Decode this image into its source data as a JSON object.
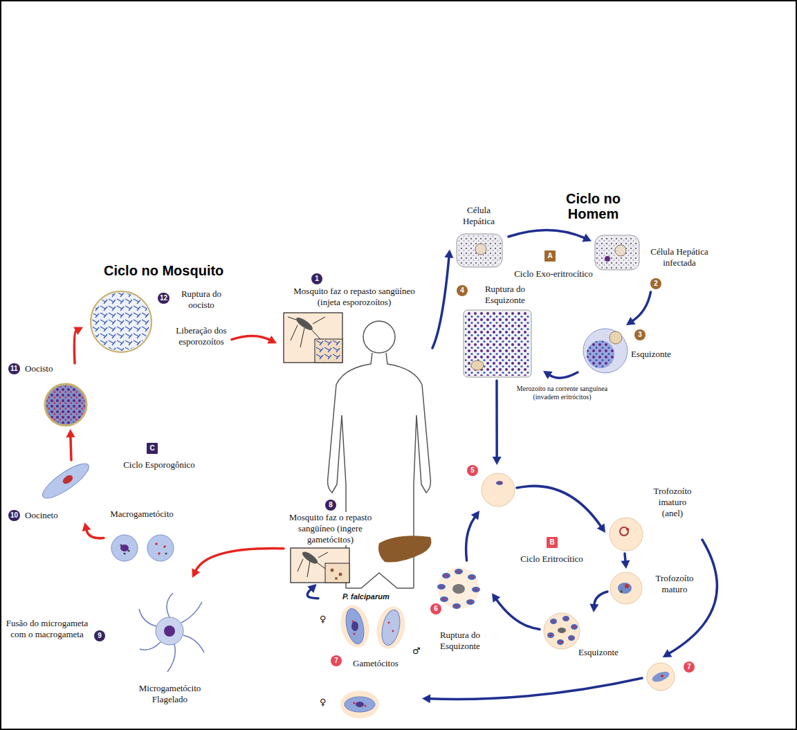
{
  "diagram": {
    "nodes": [
      {
        "text": [
          "Célula Hepática"
        ]
      },
      {
        "text": [
          "Célula Hepática infectada",
          "2"
        ]
      },
      {
        "text": [
          "3",
          "Esquizonte"
        ]
      },
      {
        "text": [
          "4",
          "Ruptura do Esquizonte"
        ]
      },
      {
        "text": [
          "5"
        ]
      },
      {
        "text": [
          "Trofozoíto imaturo (anel)"
        ]
      },
      {
        "text": [
          "Trofozoíto maturo"
        ]
      },
      {
        "text": [
          "Esquizonte"
        ]
      },
      {
        "text": [
          "6",
          "Ruptura do Esquizonte"
        ]
      },
      {
        "text": [
          "7"
        ]
      },
      {
        "text": [
          "P. falciparum",
          "♀",
          "♂",
          "7",
          "Gametócitos",
          "♀"
        ]
      },
      {
        "text": [
          "8",
          "Mosquito faz o repasto sangüíneo (ingere gametócitos)"
        ]
      },
      {
        "text": [
          "Macrogametócito"
        ]
      },
      {
        "text": [
          "Fusão do microgameta com o macrogameta",
          "9",
          "Microgametócito Flagelado"
        ]
      },
      {
        "text": [
          "10",
          "Oocineto"
        ]
      },
      {
        "text": [
          "11",
          "Oocisto"
        ]
      },
      {
        "text": [
          "Ruptura do oocisto",
          "12",
          "Liberação dos esporozoítos"
        ]
      },
      {
        "text": [
          "1",
          "Mosquito faz o repasto sangüíneo (injeta esporozoítos)"
        ]
      }
    ],
    "edges": [
      {
        "from": 17,
        "to": 0,
        "arrow": "to"
      },
      {
        "from": 0,
        "to": 1,
        "arrow": "to"
      },
      {
        "from": 1,
        "to": 2,
        "arrow": "to"
      },
      {
        "from": 2,
        "to": 3,
        "arrow": "to"
      },
      {
        "from": 3,
        "to": 4,
        "arrow": "to"
      },
      {
        "from": 4,
        "to": 5,
        "arrow": "to"
      },
      {
        "from": 5,
        "to": 6,
        "arrow": "to"
      },
      {
        "from": 5,
        "to": 9,
        "arrow": "to"
      },
      {
        "from": 6,
        "to": 7,
        "arrow": "to"
      },
      {
        "from": 7,
        "to": 8,
        "arrow": "to"
      },
      {
        "from": 8,
        "to": 4,
        "arrow": "to"
      },
      {
        "from": 9,
        "to": 10,
        "arrow": "to"
      },
      {
        "from": 10,
        "to": 11,
        "arrow": "to"
      },
      {
        "from": 11,
        "to": 13,
        "arrow": "to"
      },
      {
        "from": 12,
        "to": 14,
        "arrow": "to"
      },
      {
        "from": 14,
        "to": 15,
        "arrow": "to"
      },
      {
        "from": 15,
        "to": 16,
        "arrow": "to"
      },
      {
        "from": 16,
        "to": 17,
        "arrow": "to"
      }
    ],
    "labels": [
      "Ciclo no Homem",
      "Ciclo no Mosquito",
      "A",
      "Ciclo Exo-eritrocítico",
      "Merozoíto na corrente sanguínea (invadem eritrócitos)",
      "B",
      "Ciclo Eritrocítico",
      "C",
      "Ciclo Esporogônico"
    ]
  }
}
